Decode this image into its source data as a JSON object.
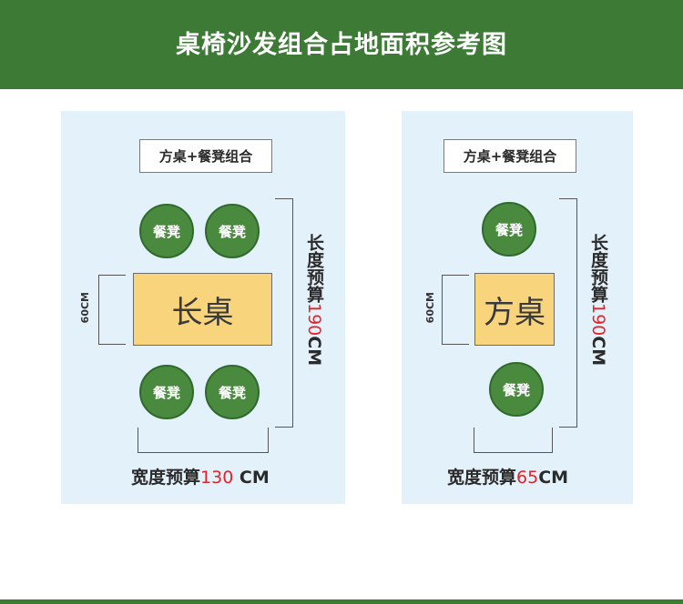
{
  "header": {
    "title": "桌椅沙发组合占地面积参考图"
  },
  "colors": {
    "header_green": "#3c7a36",
    "panel_blue": "#e3f1fb",
    "stool_green": "#4a8a3e",
    "table_yellow": "#f8d57d",
    "accent_red": "#e0242a"
  },
  "left": {
    "label": "方桌+餐凳组合",
    "table_label": "长桌",
    "stools": [
      "餐凳",
      "餐凳",
      "餐凳",
      "餐凳"
    ],
    "side_dim": "60CM",
    "length_prefix": "长度预算",
    "length_value": "190",
    "length_unit": "CM",
    "width_prefix": "宽度预算",
    "width_value": "130",
    "width_unit": " CM"
  },
  "right": {
    "label": "方桌+餐凳组合",
    "table_label": "方桌",
    "stools": [
      "餐凳",
      "餐凳"
    ],
    "side_dim": "60CM",
    "length_prefix": "长度预算",
    "length_value": "190",
    "length_unit": "CM",
    "width_prefix": "宽度预算",
    "width_value": "65",
    "width_unit": "CM"
  }
}
